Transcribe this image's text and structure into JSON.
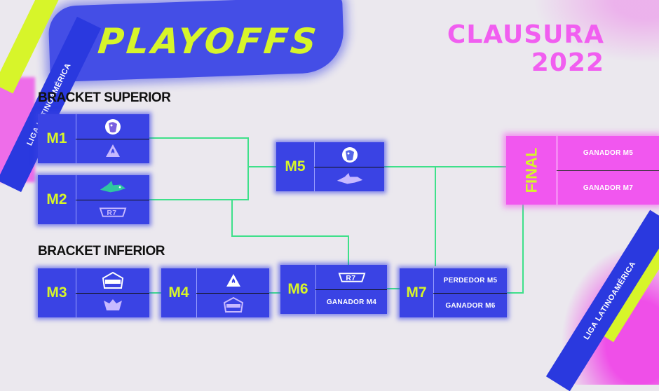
{
  "title": "PLAYOFFS",
  "season": {
    "line1": "CLAUSURA",
    "line2": "2022"
  },
  "league_name": "LIGA LATINOAMÉRICA",
  "brackets": {
    "upper": "BRACKET SUPERIOR",
    "lower": "BRACKET INFERIOR"
  },
  "colors": {
    "accent_lime": "#d7f52a",
    "match_blue": "#3a43e4",
    "final_pink": "#f157ef",
    "connector_green": "#3ee08a"
  },
  "matches": {
    "m1": {
      "label": "M1",
      "team_top": "lion-logo",
      "team_bottom": "spade-logo"
    },
    "m2": {
      "label": "M2",
      "team_top": "shark-logo-green",
      "team_bottom": "r7-logo"
    },
    "m3": {
      "label": "M3",
      "team_top": "infinity-logo",
      "team_bottom": "beast-logo"
    },
    "m4": {
      "label": "M4",
      "team_top": "spade-logo",
      "team_bottom": "infinity-logo"
    },
    "m5": {
      "label": "M5",
      "team_top": "lion-logo",
      "team_bottom": "shark-logo-blue"
    },
    "m6": {
      "label": "M6",
      "team_top": "r7-logo",
      "bottom_text": "GANADOR M4"
    },
    "m7": {
      "label": "M7",
      "top_text": "PERDEDOR M5",
      "bottom_text": "GANADOR M6"
    }
  },
  "final": {
    "label": "FINAL",
    "top_text": "GANADOR M5",
    "bottom_text": "GANADOR M7"
  }
}
